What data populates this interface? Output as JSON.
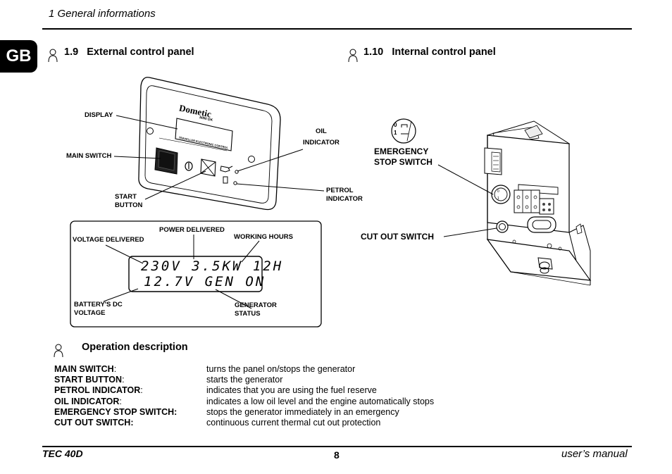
{
  "header": {
    "chapter": "1 General informations"
  },
  "lang_tab": "GB",
  "sections": {
    "external": {
      "number": "1.9",
      "title": "External control panel"
    },
    "internal": {
      "number": "1.10",
      "title": "Internal control panel"
    },
    "operation": {
      "title": "Operation description"
    }
  },
  "external_panel": {
    "brand": "Dometic",
    "brand_sub": "MINI DK",
    "strip": "TRAVELLER ELECTRONIC CONTROL",
    "labels": {
      "display": "DISPLAY",
      "main_switch": "MAIN SWITCH",
      "start_button_1": "START",
      "start_button_2": "BUTTON",
      "oil_1": "OIL",
      "oil_2": "INDICATOR",
      "petrol_1": "PETROL",
      "petrol_2": "INDICATOR"
    }
  },
  "display_detail": {
    "line1": "230V 3.5KW 12H",
    "line2": "12.7V GEN ON",
    "labels": {
      "power_delivered": "POWER DELIVERED",
      "voltage_delivered": "VOLTAGE DELIVERED",
      "working_hours": "WORKING HOURS",
      "battery_1": "BATTERY'S DC",
      "battery_2": "VOLTAGE",
      "gen_status_1": "GENERATOR",
      "gen_status_2": "STATUS"
    }
  },
  "internal_panel": {
    "switch_pos_0": "0",
    "switch_pos_1": "1",
    "labels": {
      "emergency_1": "EMERGENCY",
      "emergency_2": "STOP SWITCH",
      "cut_out": "CUT OUT SWITCH"
    }
  },
  "operation": [
    {
      "term": "MAIN SWITCH",
      "suffix": ":",
      "desc": "turns the panel on/stops the generator"
    },
    {
      "term": "START BUTTON",
      "suffix": ":",
      "desc": "starts the generator"
    },
    {
      "term": "PETROL INDICATOR",
      "suffix": ":",
      "desc": "indicates that you are using the fuel reserve"
    },
    {
      "term": "OIL INDICATOR",
      "suffix": ":",
      "desc": "indicates a low oil level and the engine automatically stops"
    },
    {
      "term": "EMERGENCY STOP SWITCH:",
      "suffix": "",
      "desc": "stops the generator immediately in an emergency"
    },
    {
      "term": "CUT OUT SWITCH:",
      "suffix": "",
      "desc": "continuous current thermal cut out protection"
    }
  ],
  "footer": {
    "model": "TEC 40D",
    "page": "8",
    "manual": "user’s manual"
  }
}
